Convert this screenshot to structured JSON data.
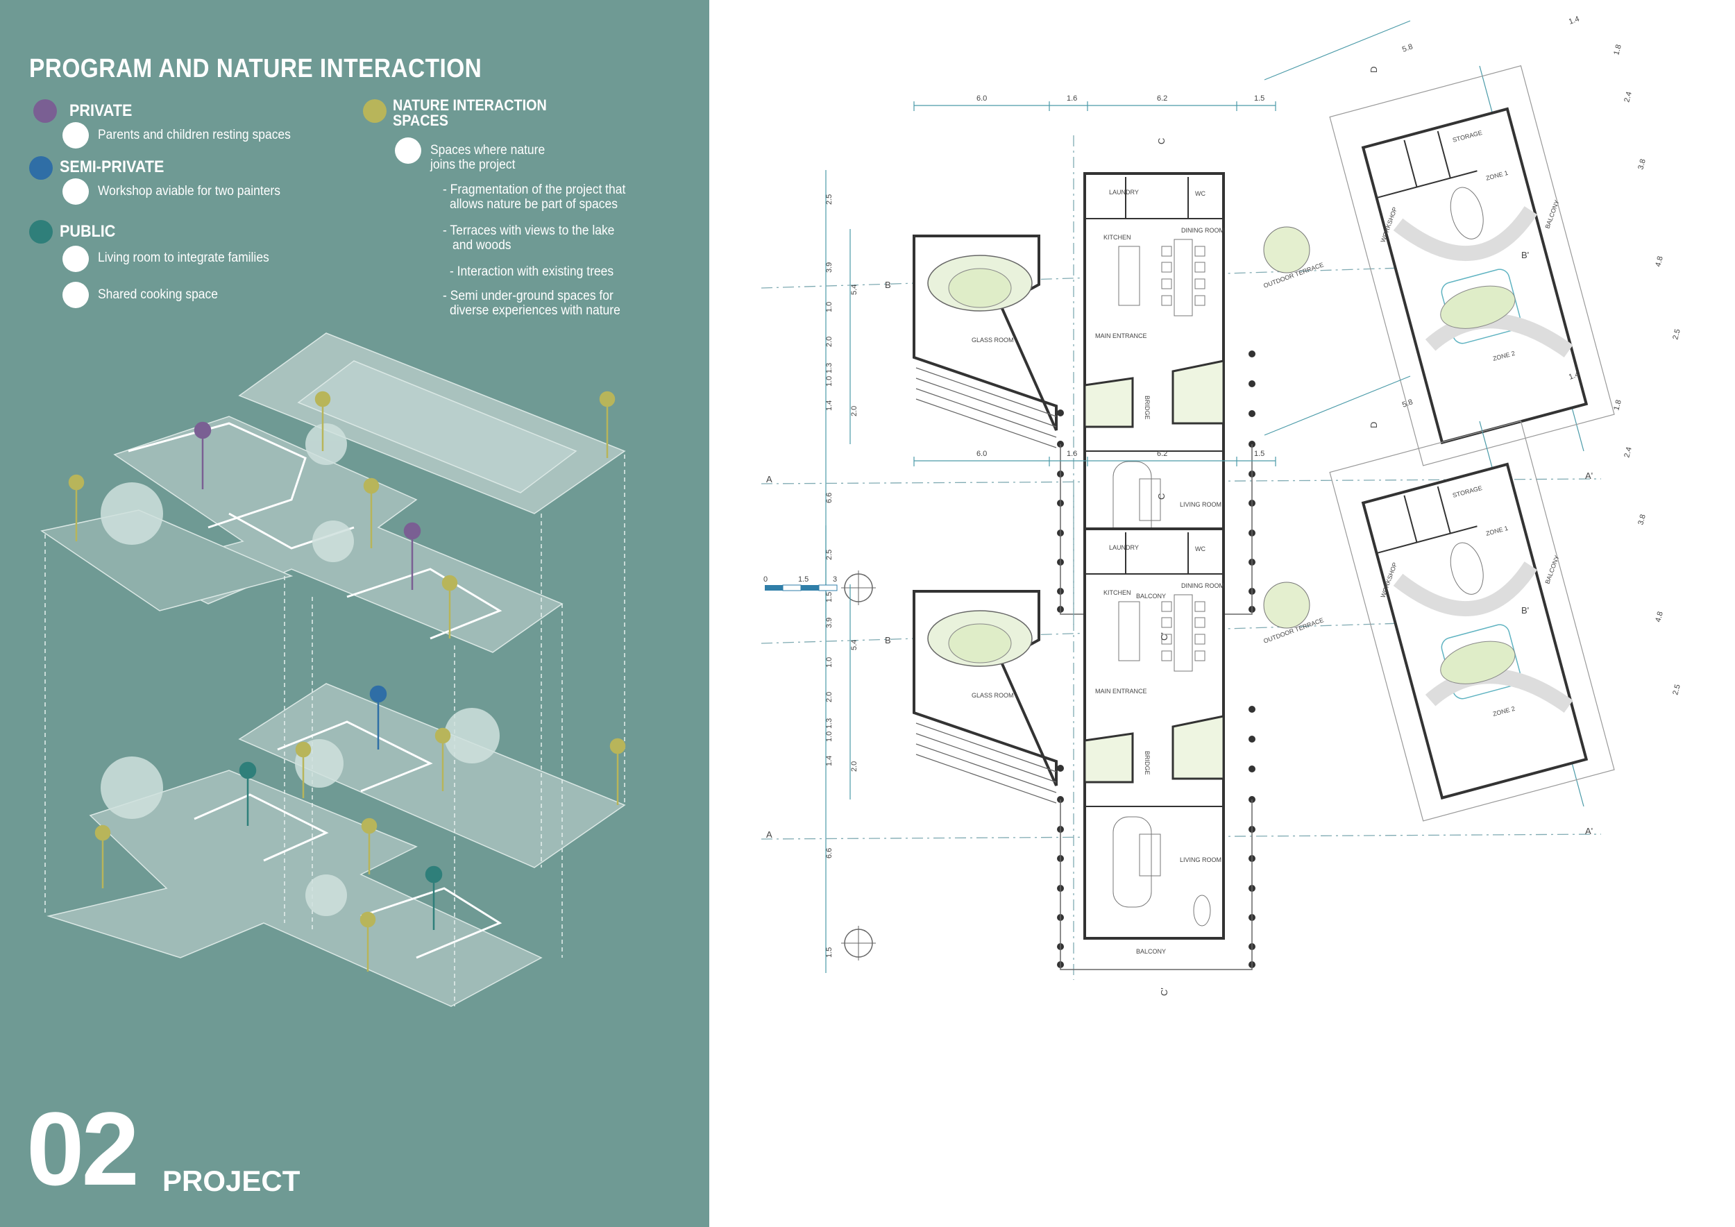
{
  "legend": {
    "title": "PROGRAM AND NATURE INTERACTION",
    "private": {
      "label": "PRIVATE",
      "color": "#7a5f93",
      "items": [
        "Parents and children resting spaces"
      ]
    },
    "semi_private": {
      "label": "SEMI-PRIVATE",
      "color": "#2f6ea6",
      "items": [
        "Workshop aviable for two painters"
      ]
    },
    "public": {
      "label": "PUBLIC",
      "color": "#2f7f7a",
      "items": [
        "Living room to integrate families",
        "Shared cooking space"
      ]
    },
    "nature": {
      "label_line1": "NATURE INTERACTION",
      "label_line2": "SPACES",
      "color": "#b8b55a",
      "desc_line1": "Spaces where nature",
      "desc_line2": "joins the project",
      "bullets": [
        [
          "- Fragmentation of the project that",
          "allows nature be part of spaces"
        ],
        [
          "- Terraces with views to the lake",
          "and woods"
        ],
        [
          "- Interaction with existing trees"
        ],
        [
          "- Semi under-ground spaces for",
          "diverse experiences with nature"
        ]
      ]
    }
  },
  "footer": {
    "number": "02",
    "label": "PROJECT"
  },
  "plans": {
    "dims_top": [
      "6.0",
      "1.6",
      "6.2",
      "1.5"
    ],
    "dims_left": [
      "2.5",
      "3.9",
      "5.4",
      "1.0",
      "2.0",
      "1.3",
      "1.0",
      "1.4",
      "2.0",
      "6.6",
      "1.5"
    ],
    "dims_right_block": [
      "5.8",
      "1.4",
      "1.8",
      "2.4",
      "3.8",
      "4.8",
      "2.5"
    ],
    "section_marks": [
      "A",
      "A'",
      "B",
      "B'",
      "C",
      "C'",
      "D"
    ],
    "scale_labels": [
      "0",
      "1.5",
      "3"
    ],
    "rooms": {
      "laundry": "LAUNDRY",
      "wc": "WC",
      "kitchen": "KITCHEN",
      "dining": "DINING ROOM",
      "glass": "GLASS ROOM",
      "entrance": "MAIN ENTRANCE",
      "bridge": "BRIDGE",
      "living": "LIVING ROOM",
      "balcony": "BALCONY",
      "terrace": "OUTDOOR TERRACE",
      "workshop": "WORKSHOP",
      "storage": "STORAGE",
      "zone1": "ZONE 1",
      "zone2": "ZONE 2",
      "balcony2": "BALCONY"
    }
  }
}
